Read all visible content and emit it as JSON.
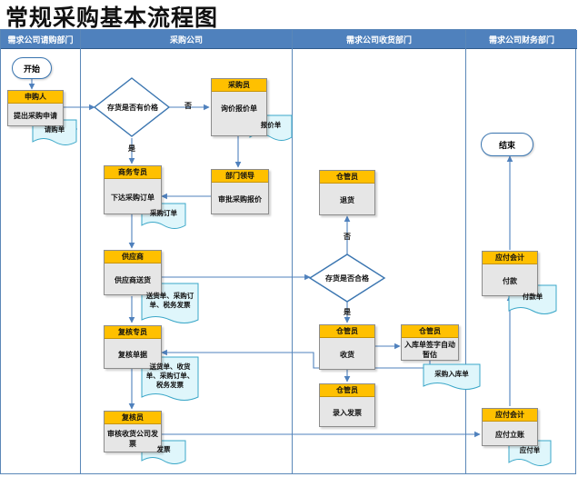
{
  "title": "常规采购基本流程图",
  "lanes": [
    "需求公司请购部门",
    "采购公司",
    "需求公司收货部门",
    "需求公司财务部门"
  ],
  "terminals": {
    "start": "开始",
    "end": "结束"
  },
  "nodes": {
    "requester": {
      "role": "申购人",
      "text": "提出采购申请"
    },
    "buyer": {
      "role": "采购员",
      "text": "询价报价单"
    },
    "dept_leader": {
      "role": "部门领导",
      "text": "审批采购报价"
    },
    "pur_specialist": {
      "role": "商务专员",
      "text": "下达采购订单"
    },
    "supplier": {
      "role": "供应商",
      "text": "供应商送货"
    },
    "reviewer1": {
      "role": "复核专员",
      "text": "复核单据"
    },
    "reviewer2": {
      "role": "复核员",
      "text": "审核收货公司发票"
    },
    "keeper_return": {
      "role": "仓管员",
      "text": "退货"
    },
    "keeper_receive": {
      "role": "仓管员",
      "text": "收货"
    },
    "keeper_sign": {
      "role": "仓管员",
      "text": "入库单签字自动暂估"
    },
    "keeper_enter": {
      "role": "仓管员",
      "text": "录入发票"
    },
    "ap1": {
      "role": "应付会计",
      "text": "付款"
    },
    "ap2": {
      "role": "应付会计",
      "text": "应付立账"
    }
  },
  "decisions": {
    "has_price": "存货是否有价格",
    "qualified": "存货是否合格"
  },
  "edge_labels": {
    "no": "否",
    "yes": "是"
  },
  "documents": {
    "req_form": "请购单",
    "quote_form": "报价单",
    "po_form": "采购订单",
    "delivery1": "送货单、采购订单、税务发票",
    "delivery2": "送货单、收货单、采购订单、税务发票",
    "invoice": "发票",
    "stock_in": "采购入库单",
    "payment": "付款单",
    "payable": "应付单"
  }
}
